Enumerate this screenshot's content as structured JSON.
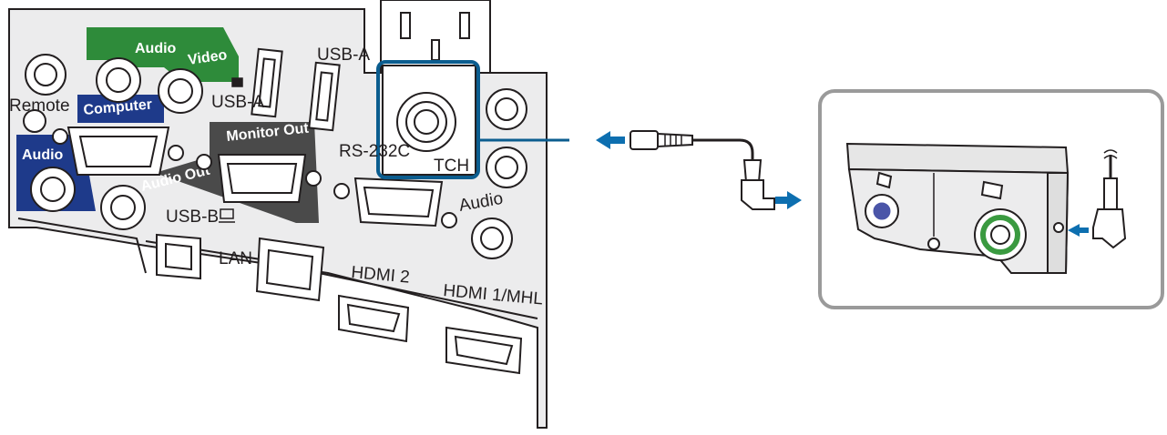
{
  "panel": {
    "labels": {
      "audio_top": "Audio",
      "video": "Video",
      "remote": "Remote",
      "computer": "Computer",
      "usb_a_1": "USB-A",
      "usb_a_2": "USB-A",
      "monitor_out": "Monitor Out",
      "audio_left": "Audio",
      "audio_out": "Audio Out",
      "rs232c": "RS-232C",
      "tch": "TCH",
      "audio_right": "Audio",
      "usb_b": "USB-B",
      "lan": "LAN",
      "hdmi2": "HDMI 2",
      "hdmi1": "HDMI 1/MHL"
    }
  },
  "colors": {
    "line": "#231f20",
    "panel_fill": "#ececed",
    "highlight": "#0b5d8f",
    "audio_video_green": "#2e8b3a",
    "computer_blue": "#1e3a8a",
    "monitor_gray": "#4a4a4a",
    "arrow_blue": "#0d6fb0",
    "callout_border": "#9a9a9a"
  }
}
